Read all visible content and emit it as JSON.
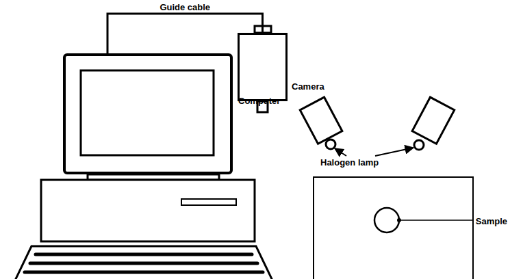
{
  "diagram": {
    "nodes": [
      {
        "text": [
          "Computer"
        ]
      },
      {
        "text": [
          "Camera"
        ]
      },
      {
        "text": [
          "Sample"
        ]
      }
    ],
    "edges": [
      {
        "from": 0,
        "to": 1,
        "label": "Guide cable",
        "arrow": "none"
      }
    ],
    "labels": [
      "Halogen lamp"
    ]
  }
}
